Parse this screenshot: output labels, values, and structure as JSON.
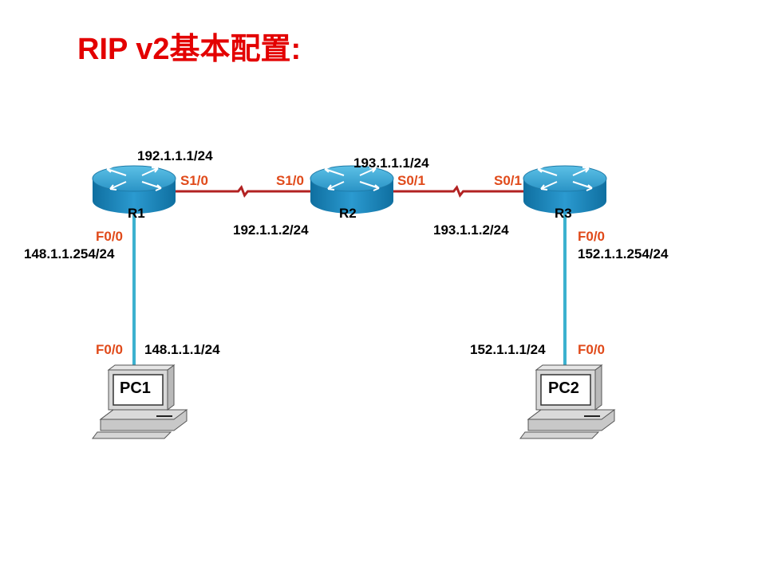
{
  "title": "RIP v2基本配置:",
  "colors": {
    "title": "#e30000",
    "port_label": "#e04a1a",
    "serial_link": "#b22222",
    "ethernet_link": "#3cb1cf",
    "router_body": "#1f8fbd"
  },
  "routers": [
    {
      "name": "R1",
      "icon": "router-icon"
    },
    {
      "name": "R2",
      "icon": "router-icon"
    },
    {
      "name": "R3",
      "icon": "router-icon"
    }
  ],
  "pcs": [
    {
      "name": "PC1",
      "icon": "pc-icon"
    },
    {
      "name": "PC2",
      "icon": "pc-icon"
    }
  ],
  "links": [
    {
      "from": "R1",
      "from_port": "S1/0",
      "from_ip": "192.1.1.1/24",
      "to": "R2",
      "to_port": "S1/0",
      "to_ip": "192.1.1.2/24",
      "type": "serial"
    },
    {
      "from": "R2",
      "from_port": "S0/1",
      "from_ip": "193.1.1.1/24",
      "to": "R3",
      "to_port": "S0/1",
      "to_ip": "193.1.1.2/24",
      "type": "serial"
    },
    {
      "from": "R1",
      "from_port": "F0/0",
      "from_ip": "148.1.1.254/24",
      "to": "PC1",
      "to_port": "F0/0",
      "to_ip": "148.1.1.1/24",
      "type": "ethernet"
    },
    {
      "from": "R3",
      "from_port": "F0/0",
      "from_ip": "152.1.1.254/24",
      "to": "PC2",
      "to_port": "F0/0",
      "to_ip": "152.1.1.1/24",
      "type": "ethernet"
    }
  ]
}
